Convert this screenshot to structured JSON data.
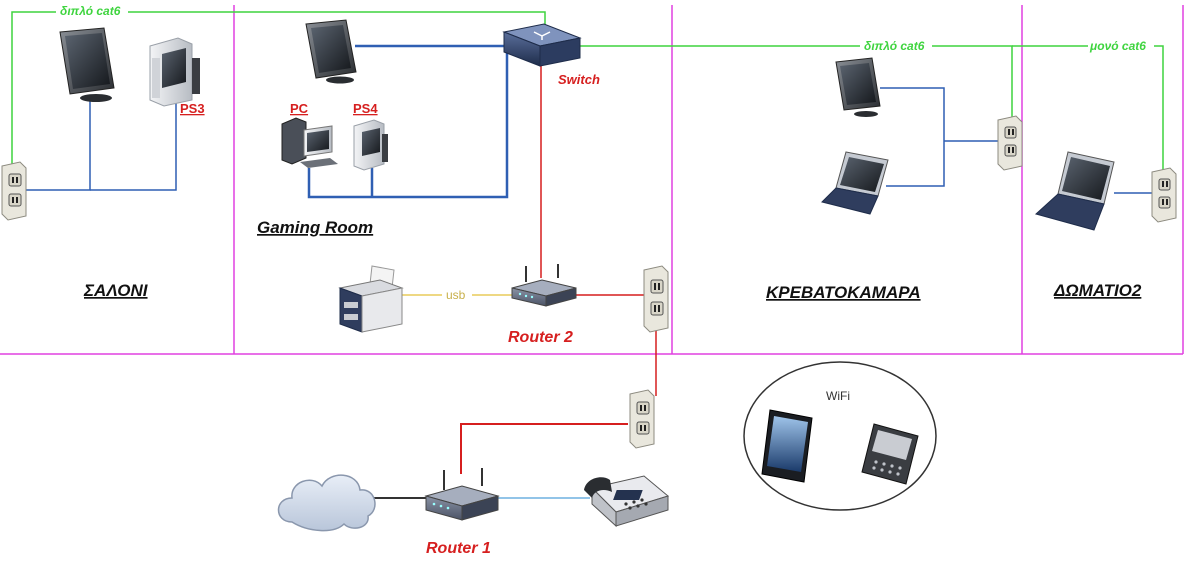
{
  "rooms": {
    "saloni": "ΣΑΛΟΝΙ",
    "gaming": "Gaming Room",
    "bedroom": "ΚΡΕΒΑΤΟΚΑΜΑΡΑ",
    "room2": "ΔΩΜΑΤΙΟ2"
  },
  "cables": {
    "double_cat6_left": "διπλό cat6",
    "double_cat6_right": "διπλό cat6",
    "single_cat6": "μονό cat6",
    "usb": "usb"
  },
  "devices": {
    "ps3": "PS3",
    "pc": "PC",
    "ps4": "PS4",
    "switch": "Switch",
    "router2": "Router 2",
    "router1": "Router 1"
  },
  "wifi": {
    "label": "WiFi"
  },
  "colors": {
    "room_divider": "#e040e0",
    "green_cable": "#3fd43f",
    "blue_cable": "#2f5fb3",
    "red_cable": "#d61f1f",
    "usb_cable": "#e8cc5a",
    "light_blue_cable": "#6fb0e0",
    "dark_cable": "#333333"
  }
}
